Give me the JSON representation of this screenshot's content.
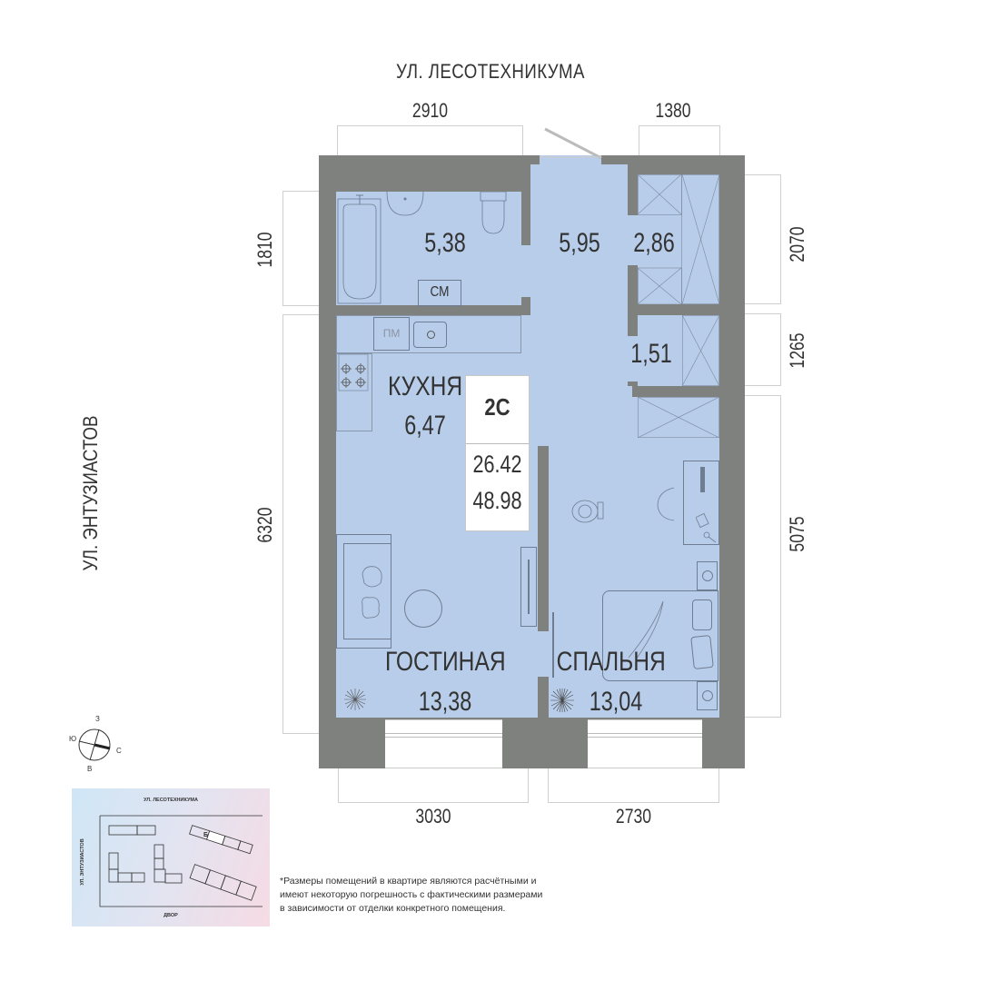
{
  "streets": {
    "top": "УЛ. ЛЕСОТЕХНИКУМА",
    "left": "УЛ. ЭНТУЗИАСТОВ"
  },
  "dimensions": {
    "top": [
      "2910",
      "1380"
    ],
    "bottom": [
      "3030",
      "2730"
    ],
    "left": [
      "1810",
      "6320"
    ],
    "right": [
      "2070",
      "1265",
      "5075"
    ]
  },
  "rooms": {
    "bathroom": {
      "area": "5,38",
      "fixture_label": "СМ"
    },
    "hallway": {
      "area": "5,95"
    },
    "storage_top": {
      "area": "2,86"
    },
    "storage_mid": {
      "area": "1,51"
    },
    "kitchen": {
      "name": "КУХНЯ",
      "area": "6,47",
      "fixture_label": "ПМ"
    },
    "living": {
      "name": "ГОСТИНАЯ",
      "area": "13,38"
    },
    "bedroom": {
      "name": "СПАЛЬНЯ",
      "area": "13,04"
    }
  },
  "apartment": {
    "type": "2С",
    "living_area": "26.42",
    "total_area": "48.98"
  },
  "compass": {
    "n": "З",
    "w": "Ю",
    "e": "С",
    "s": "В"
  },
  "minimap": {
    "street_top": "УЛ. ЛЕСОТЕХНИКУМА",
    "street_left": "УЛ. ЭНТУЗИАСТОВ",
    "bottom": "ДВОР",
    "section": "Б"
  },
  "note": "*Размеры помещений в квартире являются расчётными и имеют некоторую погрешность с фактическими размерами в зависимости от отделки конкретного помещения.",
  "colors": {
    "wall": "#7f817e",
    "floor": "#b8cde9",
    "dim_line": "#cfcfcf"
  }
}
